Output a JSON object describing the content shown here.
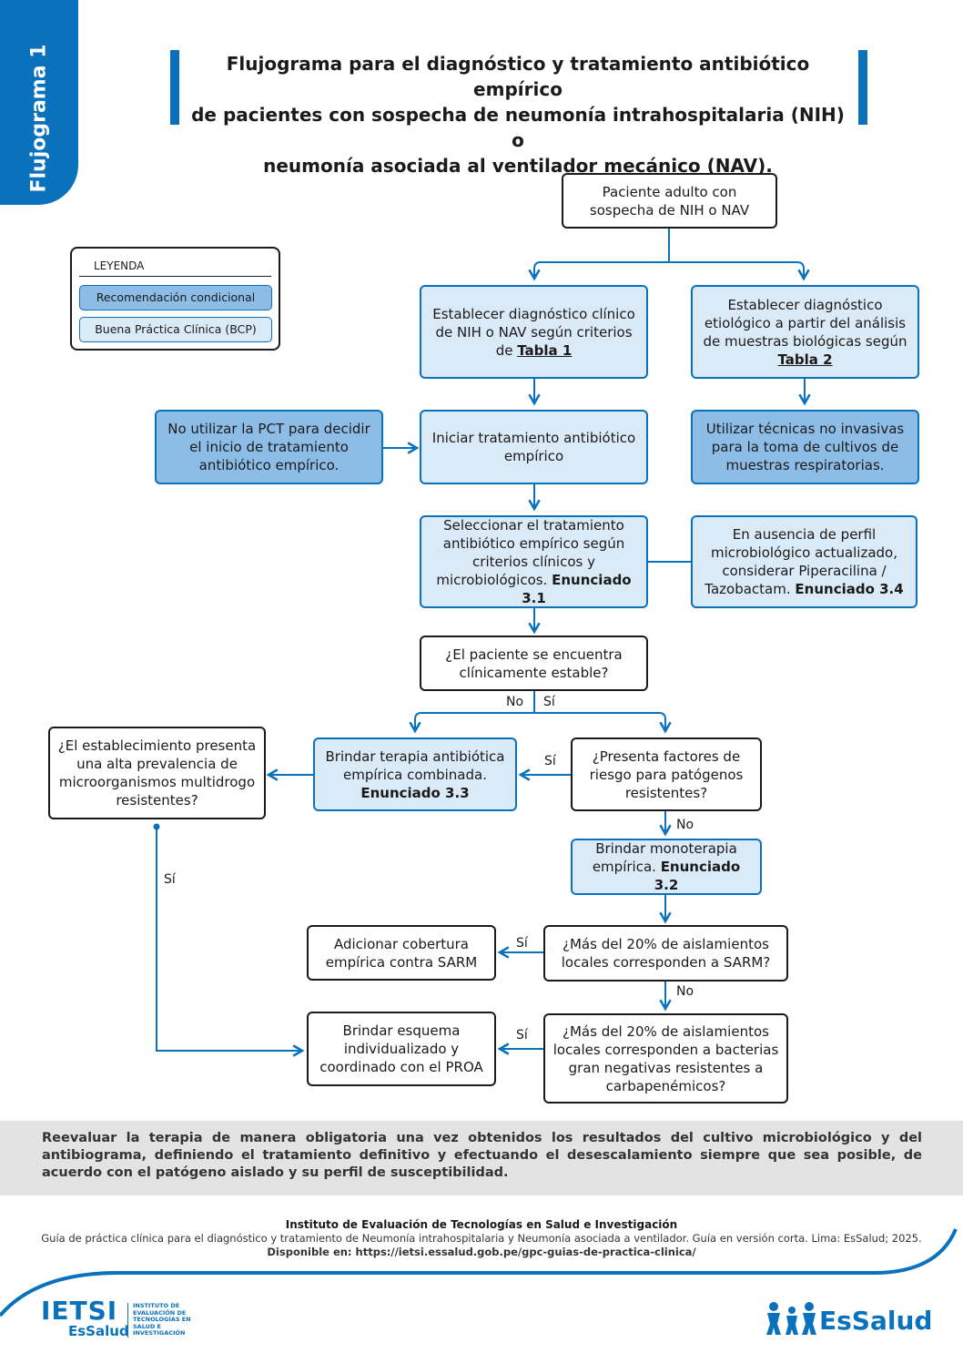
{
  "tab_label": "Flujograma 1",
  "title_lines": [
    "Flujograma para el diagnóstico y tratamiento antibiótico empírico",
    "de pacientes con sospecha de neumonía intrahospitalaria (NIH) o",
    "neumonía asociada al ventilador mecánico (NAV)."
  ],
  "legend": {
    "title": "LEYENDA",
    "conditional": "Recomendación condicional",
    "bcp": "Buena Práctica Clínica (BCP)"
  },
  "nodes": {
    "start": "Paciente adulto con sospecha de NIH o NAV",
    "clin_dx": "Establecer diagnóstico clínico de NIH o NAV según criterios de",
    "clin_dx_ref": "Tabla 1",
    "etio_dx": "Establecer diagnóstico etiológico a partir del análisis de muestras biológicas según",
    "etio_dx_ref": "Tabla 2",
    "pct": "No utilizar la PCT para decidir el inicio de tratamiento antibiótico empírico.",
    "start_tx": "Iniciar tratamiento antibiótico empírico",
    "noninvasive": "Utilizar técnicas no invasivas para la toma de cultivos de muestras respiratorias.",
    "select_tx": "Seleccionar el tratamiento antibiótico empírico según criterios clínicos y microbiológicos.",
    "select_tx_ref": "Enunciado 3.1",
    "pip": "En ausencia de perfil microbiológico actualizado, considerar Piperacilina / Tazobactam.",
    "pip_ref": "Enunciado 3.4",
    "stable_q": "¿El paciente se encuentra clínicamente estable?",
    "combo": "Brindar terapia antibiótica empírica combinada.",
    "combo_ref": "Enunciado 3.3",
    "mdr_q": "¿El establecimiento presenta una alta prevalencia de microorganismos multidrogo resistentes?",
    "risk_q": "¿Presenta factores de riesgo para patógenos resistentes?",
    "mono": "Brindar monoterapia empírica.",
    "mono_ref": "Enunciado 3.2",
    "sarm_q": "¿Más del 20% de aislamientos locales corresponden a SARM?",
    "sarm_add": "Adicionar cobertura empírica contra SARM",
    "gn_q": "¿Más del 20% de aislamientos locales corresponden a bacterias gran negativas resistentes a carbapenémicos?",
    "proa": "Brindar esquema individualizado y coordinado con el PROA"
  },
  "labels": {
    "no": "No",
    "si": "Sí"
  },
  "note": "Reevaluar la terapia de manera obligatoria una vez obtenidos los resultados del cultivo microbiológico y del antibiograma, definiendo el tratamiento definitivo y efectuando el desescalamiento siempre que sea posible, de acuerdo con el patógeno aislado y su perfil de susceptibilidad.",
  "footer": {
    "institute": "Instituto de Evaluación de Tecnologías en Salud e Investigación",
    "citation": "Guía de práctica clínica para el diagnóstico y tratamiento de Neumonía intrahospitalaria y Neumonía asociada a ventilador. Guía en versión corta. Lima: EsSalud; 2025.",
    "available": "Disponible en: https://ietsi.essalud.gob.pe/gpc-guias-de-practica-clinica/",
    "logo_left": "IETSI",
    "logo_left_sub": "EsSalud",
    "logo_left_desc": "INSTITUTO DE EVALUACIÓN DE TECNOLOGÍAS EN SALUD E INVESTIGACIÓN",
    "logo_right": "EsSalud"
  },
  "colors": {
    "accent": "#0a72bd",
    "bcp_fill": "#dbeaf7",
    "conditional_fill": "#8dbde7",
    "note_bg": "#e3e3e3"
  }
}
